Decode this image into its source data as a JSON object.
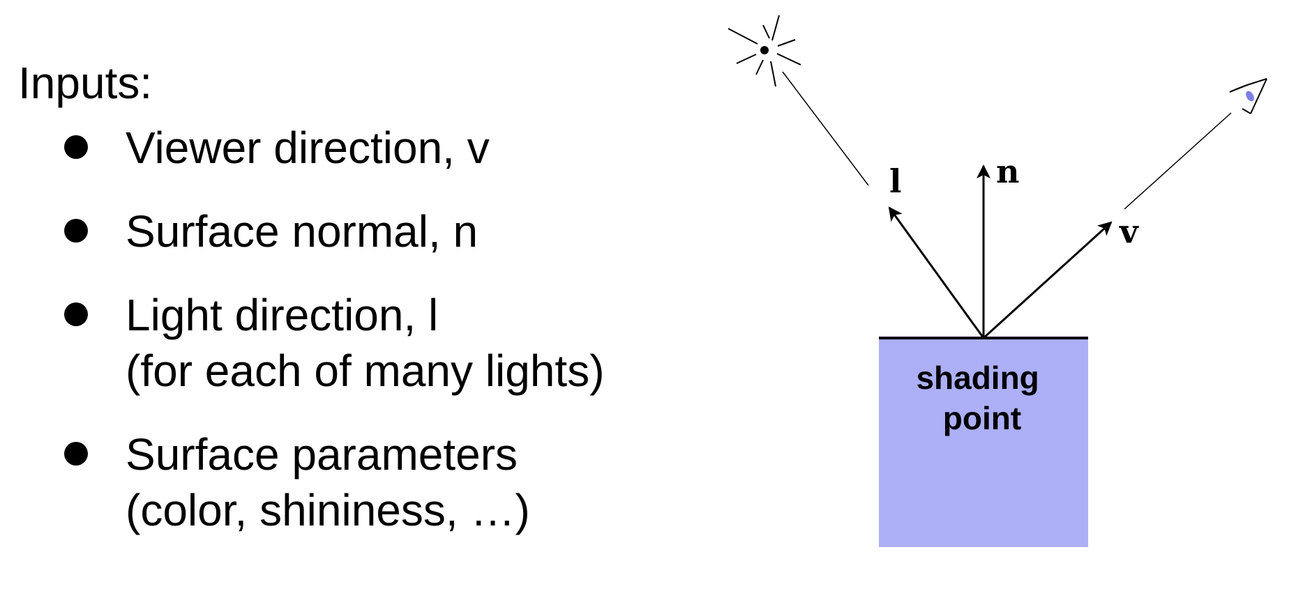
{
  "inputs": {
    "heading": "Inputs:",
    "items": [
      {
        "line1": "Viewer direction, v",
        "line2": ""
      },
      {
        "line1": "Surface normal, n",
        "line2": ""
      },
      {
        "line1": "Light direction, l",
        "line2": "(for each of many lights)"
      },
      {
        "line1": "Surface parameters",
        "line2": "(color, shininess, …)"
      }
    ]
  },
  "diagram": {
    "vector_labels": {
      "light": "l",
      "normal": "n",
      "viewer": "v"
    },
    "box_label": {
      "line1": "shading",
      "line2": "point"
    },
    "icons": {
      "light_source": "light-source-icon",
      "viewer": "eye-icon"
    },
    "colors": {
      "box_fill": "#adaff7",
      "line": "#000000",
      "eye_iris": "#7c80e6"
    }
  }
}
